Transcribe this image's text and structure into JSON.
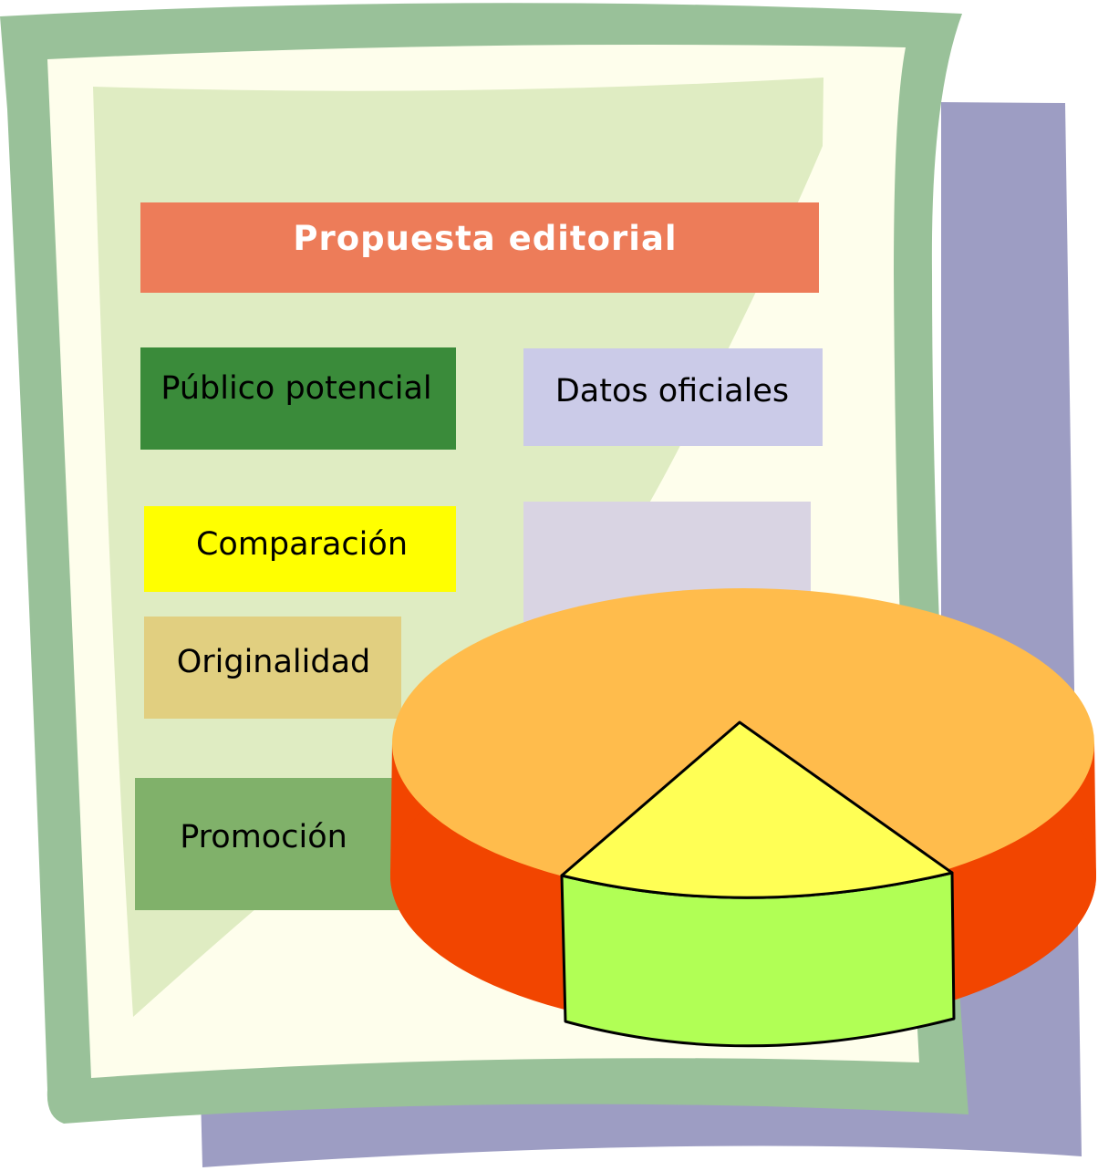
{
  "title": "Propuesta editorial",
  "boxes": {
    "publico": "Público potencial",
    "datos": "Datos oficiales",
    "comparacion": "Comparación",
    "originalidad": "Originalidad",
    "promocion": "Promoción"
  },
  "colors": {
    "back_sheet": "#9d9dc3",
    "frame": "#99c199",
    "paper": "#fefeec",
    "paper_band": "#dfecc2",
    "title_box": "#ed7c59",
    "publico_box": "#3a8b3a",
    "datos_box": "#cbcbe8",
    "comparacion_box": "#ffff00",
    "originalidad_box": "#e1cf80",
    "promocion_box": "#80b16a",
    "blank_box": "#d9d4e3",
    "pie_top": "#ffbc4c",
    "pie_side": "#f24500",
    "slice_top": "#ffff55",
    "slice_side": "#b1ff55"
  }
}
